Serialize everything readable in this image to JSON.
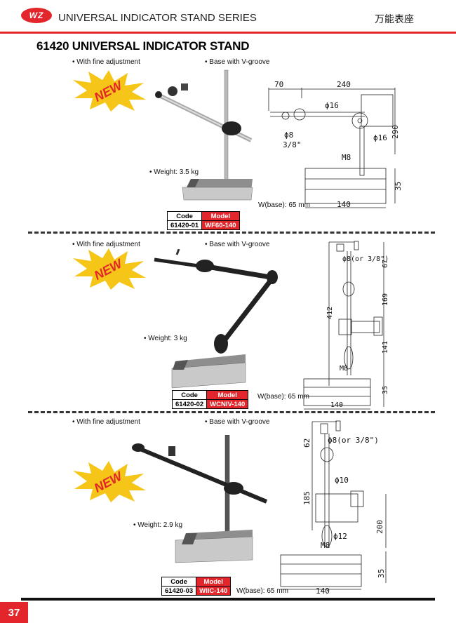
{
  "header": {
    "logo_text": "WZ",
    "series_title": "UNIVERSAL INDICATOR STAND SERIES",
    "chinese_title": "万能表座"
  },
  "page_title": "61420  UNIVERSAL INDICATOR STAND",
  "badge_text": "NEW",
  "table_headers": {
    "code": "Code",
    "model": "Model"
  },
  "products": [
    {
      "feature_left": "With fine adjustment",
      "feature_right": "Base with  V-groove",
      "weight": "Weight: 3.5 kg",
      "base_width": "W(base): 65 mm",
      "code": "61420-01",
      "model": "WF60-140",
      "dims": {
        "d1": "70",
        "d2": "240",
        "d3": "ϕ16",
        "d4": "ϕ8",
        "d5": "3/8\"",
        "d6": "ϕ16",
        "d7": "290",
        "d8": "M8",
        "d9": "35",
        "d10": "140"
      }
    },
    {
      "feature_left": "With fine adjustment",
      "feature_right": "Base with  V-groove",
      "weight": "Weight: 3 kg",
      "base_width": "W(base): 65 mm",
      "code": "61420-02",
      "model": "WCNIV-140",
      "dims": {
        "d1": "ϕ8(or 3/8\")",
        "d2": "67",
        "d3": "169",
        "d4": "412",
        "d5": "141",
        "d6": "M8",
        "d7": "35",
        "d8": "140"
      }
    },
    {
      "feature_left": "With fine adjustment",
      "feature_right": "Base with V-groove",
      "weight": "Weight: 2.9 kg",
      "base_width": "W(base): 65 mm",
      "code": "61420-03",
      "model": "WIIC-140",
      "dims": {
        "d1": "62",
        "d2": "ϕ8(or 3/8\")",
        "d3": "ϕ10",
        "d4": "185",
        "d5": "200",
        "d6": "ϕ12",
        "d7": "M8",
        "d8": "35",
        "d9": "140"
      }
    }
  ],
  "page_number": "37",
  "colors": {
    "accent": "#e3262b",
    "badge_yellow": "#f5c518",
    "badge_text": "#e3262b"
  }
}
